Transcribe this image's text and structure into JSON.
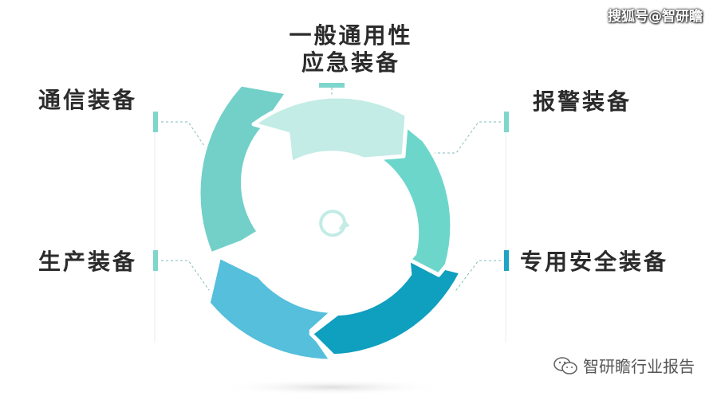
{
  "diagram": {
    "center_label": "",
    "items": [
      {
        "id": "general",
        "lines": [
          "一般通用性",
          "应急装备"
        ],
        "color": "#c2ece5"
      },
      {
        "id": "comm",
        "text": "通信装备",
        "color": "#72d0c8"
      },
      {
        "id": "alarm",
        "text": "报警装备",
        "color": "#6dd6cb"
      },
      {
        "id": "production",
        "text": "生产装备",
        "color": "#55bfdc"
      },
      {
        "id": "special",
        "text": "专用安全装备",
        "color": "#0f9fbf"
      }
    ]
  },
  "watermark": {
    "top": "搜狐号@智研瞻",
    "bottom": "智研瞻行业报告"
  },
  "colors": {
    "marker_light": "#7fd6cc",
    "marker_dark": "#1ea4c4",
    "line": "#7fbfbc"
  }
}
